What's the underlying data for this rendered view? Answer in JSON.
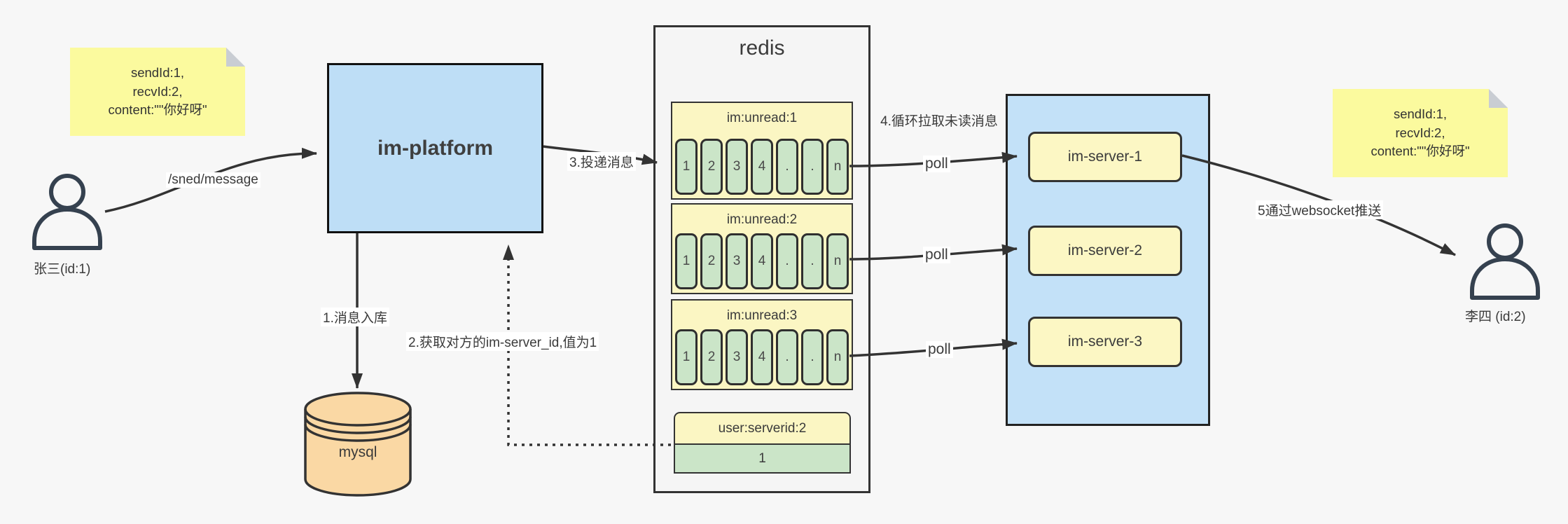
{
  "colors": {
    "background": "#f7f7f7",
    "sticky_yellow": "#fbfa9e",
    "sticky_fold_gray": "#c9cdd3",
    "platform_blue": "#bedef6",
    "cluster_blue": "#c3e1f8",
    "pale_yellow": "#fbf6c3",
    "cell_green": "#cbe5c8",
    "mysql_tan": "#fad8a4",
    "redis_gray": "#f5f5f5",
    "stroke_dark": "#333333",
    "person_navy": "#35414f"
  },
  "sticky_left": {
    "lines": [
      "sendId:1,",
      "recvId:2,",
      "content:\"\"你好呀\""
    ]
  },
  "sticky_right": {
    "lines": [
      "sendId:1,",
      "recvId:2,",
      "content:\"\"你好呀\""
    ]
  },
  "sender": {
    "label": "张三(id:1)"
  },
  "receiver": {
    "label": "李四 (id:2)"
  },
  "platform": {
    "label": "im-platform"
  },
  "mysql": {
    "label": "mysql"
  },
  "redis": {
    "title": "redis",
    "queues": [
      {
        "title": "im:unread:1",
        "cells": [
          "1",
          "2",
          "3",
          "4",
          ".",
          ".",
          "n"
        ]
      },
      {
        "title": "im:unread:2",
        "cells": [
          "1",
          "2",
          "3",
          "4",
          ".",
          ".",
          "n"
        ]
      },
      {
        "title": "im:unread:3",
        "cells": [
          "1",
          "2",
          "3",
          "4",
          ".",
          ".",
          "n"
        ]
      }
    ],
    "kv": {
      "key": "user:serverid:2",
      "value": "1"
    }
  },
  "cluster": {
    "servers": [
      {
        "label": "im-server-1"
      },
      {
        "label": "im-server-2"
      },
      {
        "label": "im-server-3"
      }
    ]
  },
  "edges": {
    "send_api": "/sned/message",
    "step1": "1.消息入库",
    "step2": "2.获取对方的im-server_id,值为1",
    "step3": "3.投递消息",
    "step4": "4.循环拉取未读消息",
    "step5": "5通过websocket推送",
    "poll": "poll"
  }
}
